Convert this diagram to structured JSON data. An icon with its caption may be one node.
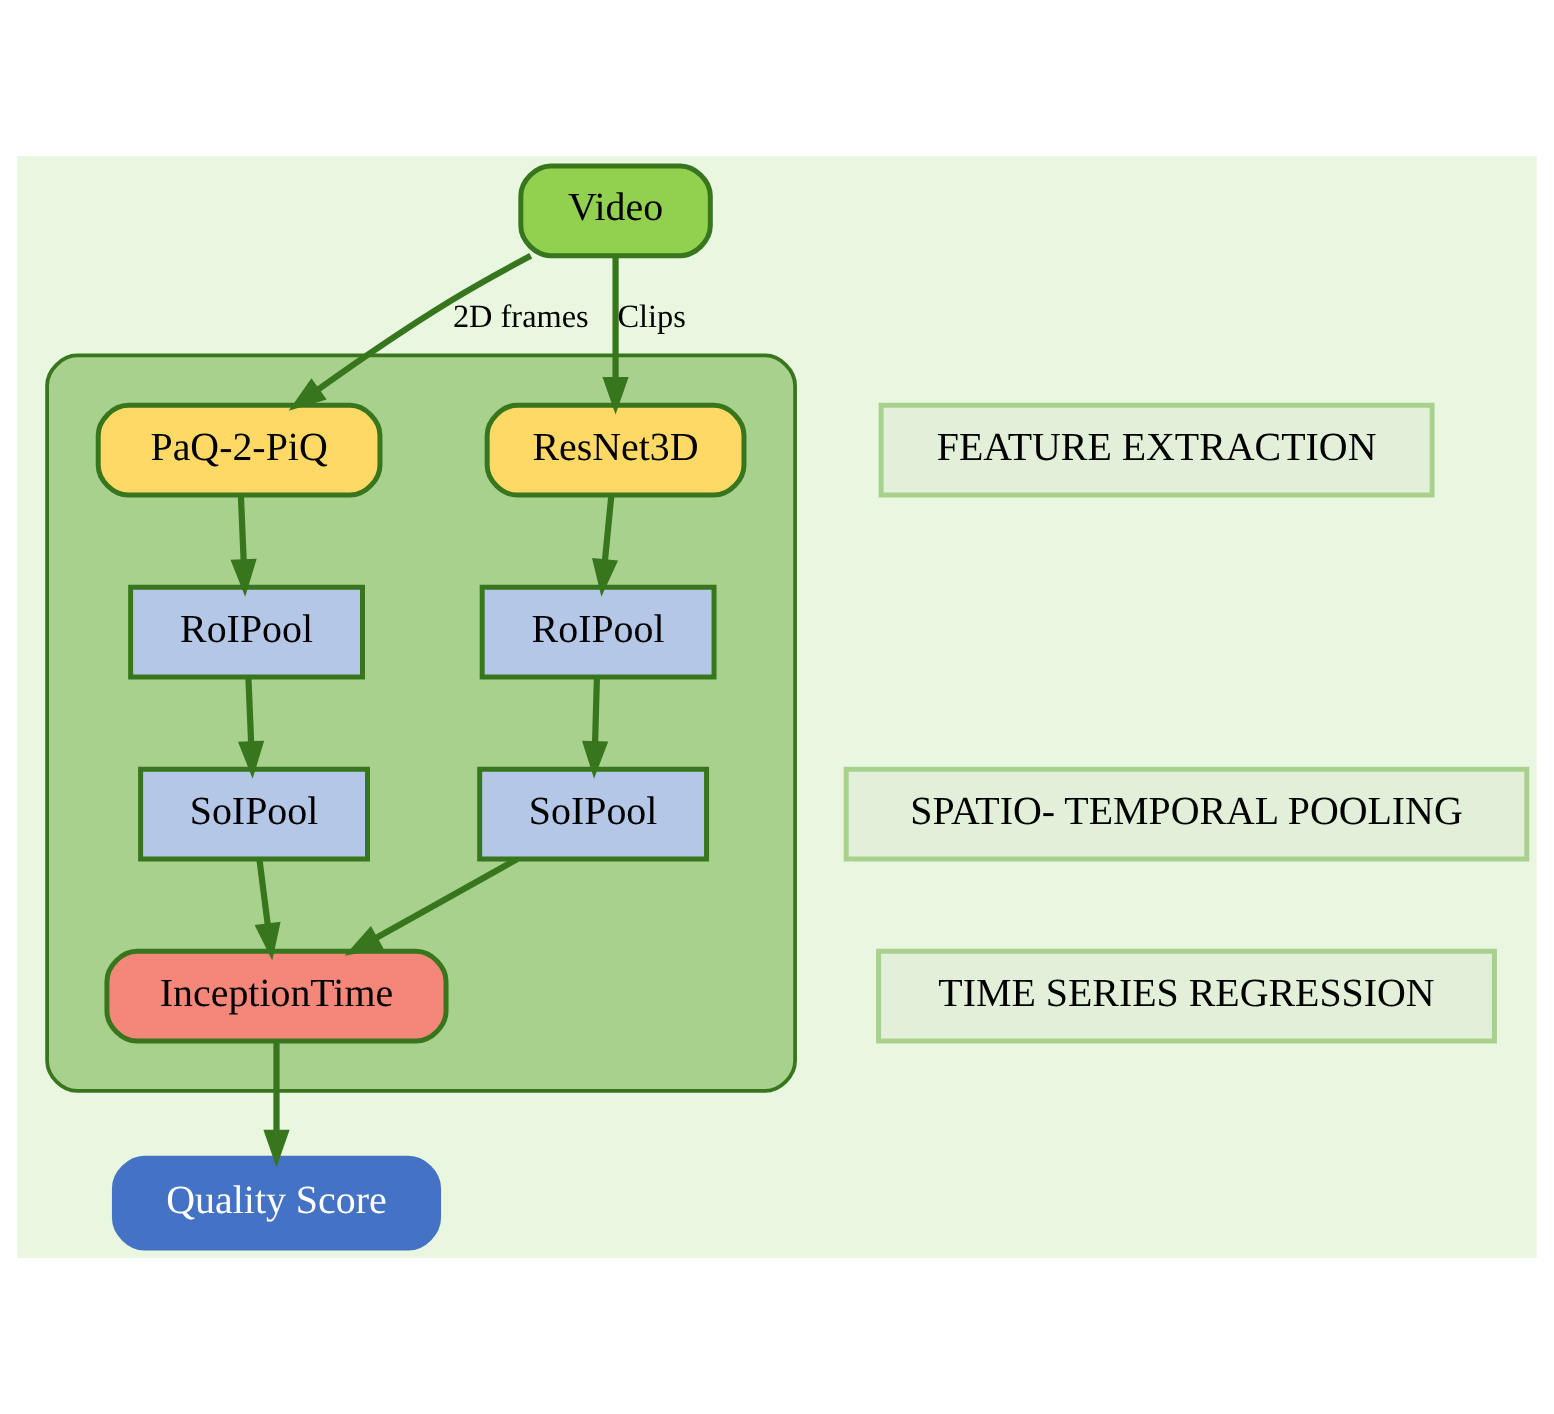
{
  "diagram": {
    "nodes": [
      {
        "text": [
          "Video"
        ]
      },
      {
        "text": [],
        "shape": "box"
      },
      {
        "text": [
          "PaQ-2-PiQ"
        ],
        "in": 1
      },
      {
        "text": [
          "ResNet3D"
        ],
        "in": 1
      },
      {
        "text": [
          "RoIPool"
        ],
        "in": 1
      },
      {
        "text": [
          "RoIPool"
        ],
        "in": 1
      },
      {
        "text": [
          "SoIPool"
        ],
        "in": 1
      },
      {
        "text": [
          "SoIPool"
        ],
        "in": 1
      },
      {
        "text": [
          "InceptionTime"
        ],
        "in": 1
      },
      {
        "text": [
          "Quality Score"
        ]
      },
      {
        "text": [
          "FEATURE EXTRACTION"
        ]
      },
      {
        "text": [
          "SPATIO- TEMPORAL POOLING"
        ]
      },
      {
        "text": [
          "TIME SERIES REGRESSION"
        ]
      }
    ],
    "edges": [
      {
        "from": 0,
        "to": 2,
        "arrow": "to",
        "label": "2D frames"
      },
      {
        "from": 0,
        "to": 3,
        "arrow": "to",
        "label": "Clips"
      },
      {
        "from": 2,
        "to": 4,
        "arrow": "to"
      },
      {
        "from": 3,
        "to": 5,
        "arrow": "to"
      },
      {
        "from": 4,
        "to": 6,
        "arrow": "to"
      },
      {
        "from": 5,
        "to": 7,
        "arrow": "to"
      },
      {
        "from": 6,
        "to": 8,
        "arrow": "to"
      },
      {
        "from": 7,
        "to": 8,
        "arrow": "to"
      },
      {
        "from": 8,
        "to": 9,
        "arrow": "to"
      }
    ]
  }
}
